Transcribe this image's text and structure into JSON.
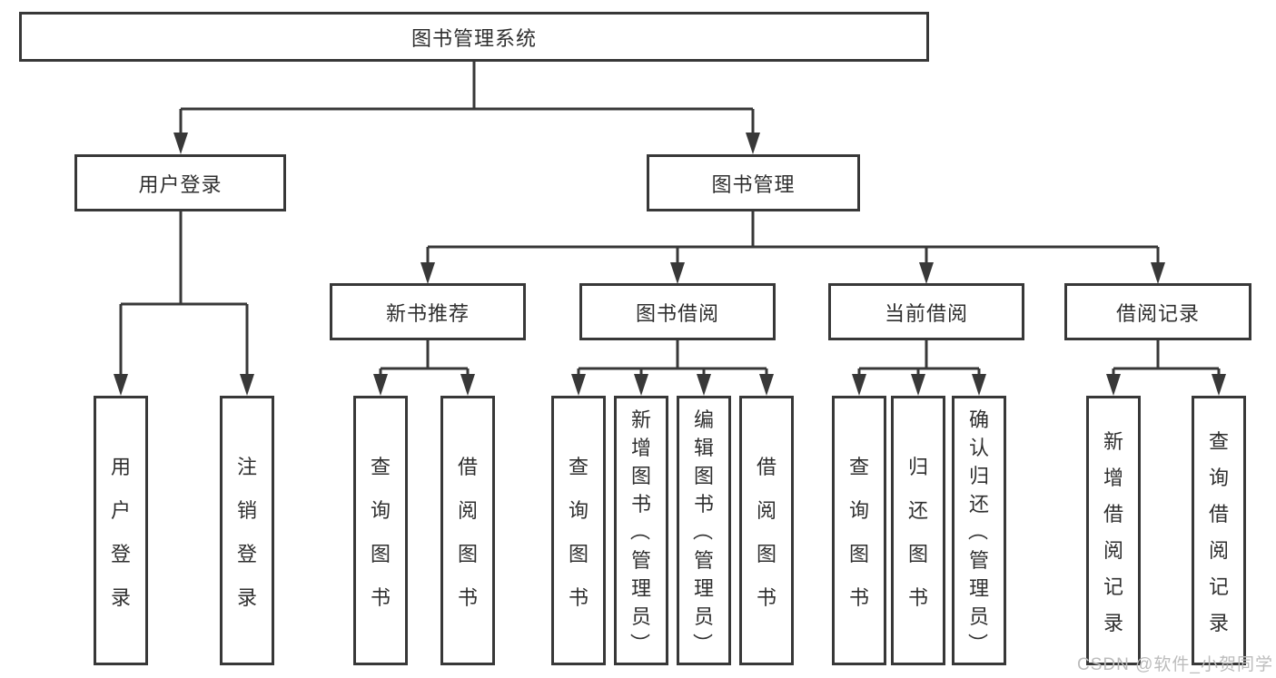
{
  "diagram": {
    "root": {
      "label": "图书管理系统"
    },
    "children": [
      {
        "label": "用户登录",
        "children": [
          {
            "label": "用户登录"
          },
          {
            "label": "注销登录"
          }
        ]
      },
      {
        "label": "图书管理",
        "children": [
          {
            "label": "新书推荐",
            "children": [
              {
                "label": "查询图书"
              },
              {
                "label": "借阅图书"
              }
            ]
          },
          {
            "label": "图书借阅",
            "children": [
              {
                "label": "查询图书"
              },
              {
                "label": "新增图书（管理员）"
              },
              {
                "label": "编辑图书（管理员）"
              },
              {
                "label": "借阅图书"
              }
            ]
          },
          {
            "label": "当前借阅",
            "children": [
              {
                "label": "查询图书"
              },
              {
                "label": "归还图书"
              },
              {
                "label": "确认归还（管理员）"
              }
            ]
          },
          {
            "label": "借阅记录",
            "children": [
              {
                "label": "新增借阅记录"
              },
              {
                "label": "查询借阅记录"
              }
            ]
          }
        ]
      }
    ]
  },
  "watermark": {
    "text": "CSDN @软件_小贺同学"
  },
  "colors": {
    "line": "#383838",
    "text": "#2f2f2f",
    "background": "#ffffff",
    "watermark": "#bcbcbc"
  }
}
